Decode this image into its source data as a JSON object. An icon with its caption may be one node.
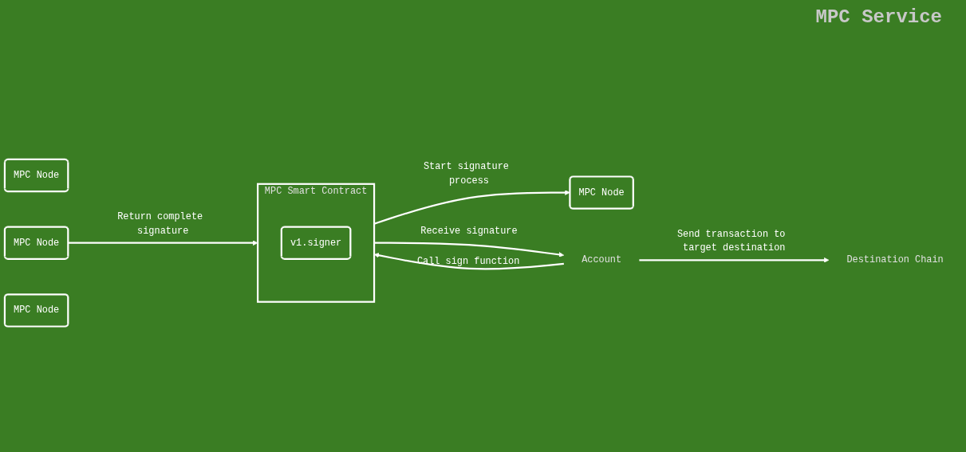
{
  "diagram": {
    "nodes": [
      {
        "text": [
          "MPC Smart Contract"
        ]
      },
      {
        "text": [
          "v1.signer"
        ],
        "in": 0
      },
      {
        "text": [
          "MPC Node"
        ]
      },
      {
        "text": [
          "MPC Node"
        ]
      },
      {
        "text": [
          "MPC Node"
        ]
      },
      {
        "text": [
          "MPC Node"
        ]
      },
      {
        "text": [
          "Destination Chain"
        ]
      },
      {
        "text": [
          "Account"
        ]
      }
    ],
    "edges": [
      {
        "from": 7,
        "to": 0,
        "arrow": "to",
        "label": "Call sign function"
      },
      {
        "from": 0,
        "to": 2,
        "arrow": "to",
        "label": "Start signature process"
      },
      {
        "from": 4,
        "to": 0,
        "arrow": "to",
        "label": "Return complete signature"
      },
      {
        "from": 0,
        "to": 7,
        "arrow": "to",
        "label": "Receive signature"
      },
      {
        "from": 7,
        "to": 6,
        "arrow": "to",
        "label": "Send transaction to target destination"
      }
    ],
    "labels": [
      "MPC Service"
    ]
  }
}
